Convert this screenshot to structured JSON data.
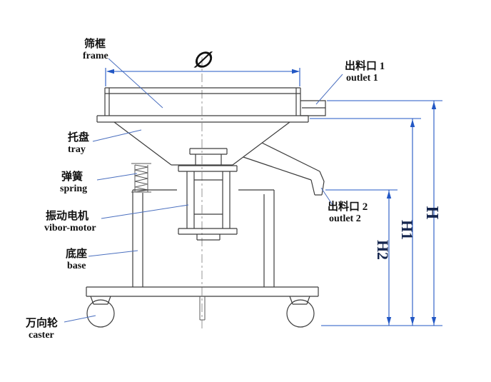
{
  "diagram": {
    "title": "vibrating-sifter-dimension-diagram",
    "colors": {
      "machine_line": "#3c3c3c",
      "dimension_line": "#2257c4",
      "label_text": "#111111",
      "background": "#ffffff"
    }
  },
  "labels": {
    "frame": {
      "cn": "筛框",
      "en": "frame"
    },
    "tray": {
      "cn": "托盘",
      "en": "tray"
    },
    "spring": {
      "cn": "弹簧",
      "en": "spring"
    },
    "motor": {
      "cn": "振动电机",
      "en": "vibor-motor"
    },
    "base": {
      "cn": "底座",
      "en": "base"
    },
    "caster": {
      "cn": "万向轮",
      "en": "caster"
    },
    "outlet1": {
      "cn": "出料口 1",
      "en": "outlet 1"
    },
    "outlet2": {
      "cn": "出料口 2",
      "en": "outlet 2"
    }
  },
  "dimensions": {
    "diameter": "∅",
    "h": "H",
    "h1": "H1",
    "h2": "H2"
  }
}
